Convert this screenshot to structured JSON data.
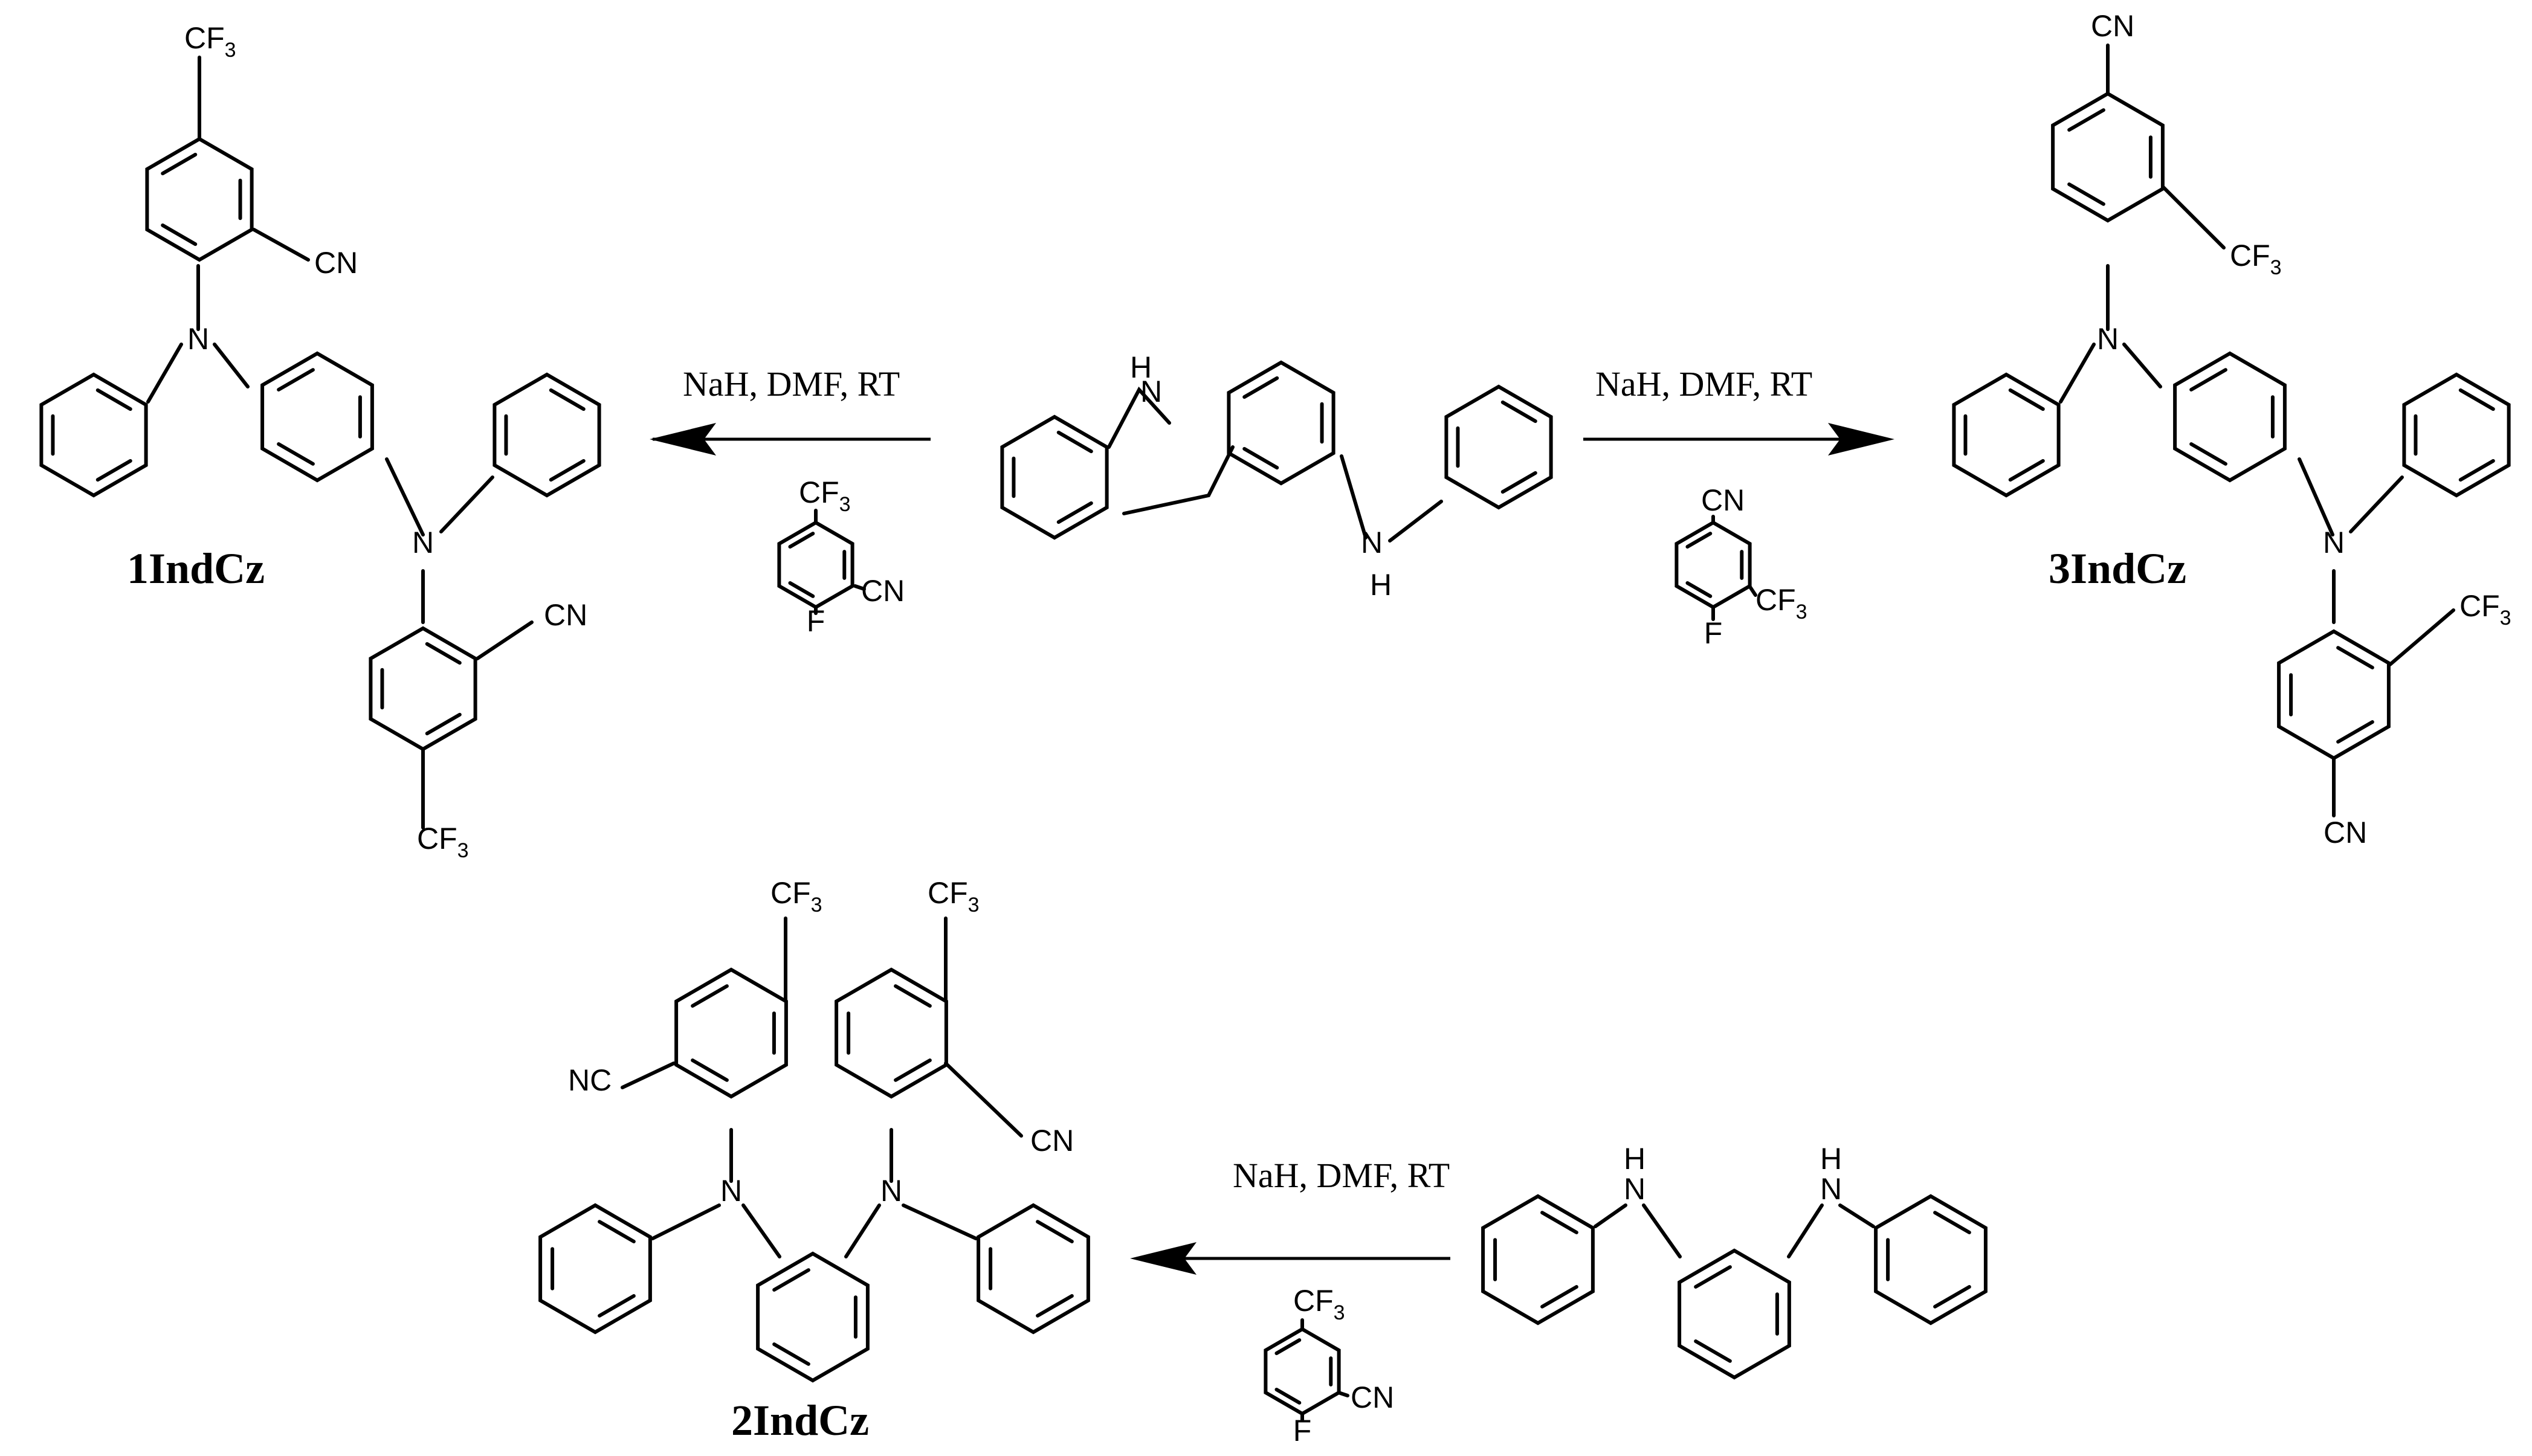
{
  "labels": {
    "atom_N": "N",
    "atom_H": "H",
    "atom_F": "F",
    "group_cn": "CN",
    "group_nc": "NC",
    "group_cf": "CF",
    "sub_3": "3"
  },
  "conditions": {
    "left": "NaH, DMF, RT",
    "right": "NaH, DMF, RT",
    "bottom": "NaH, DMF, RT"
  },
  "compounds": {
    "c1": "1IndCz",
    "c2": "2IndCz",
    "c3": "3IndCz"
  },
  "colors": {
    "line": "#000000",
    "background": "#ffffff"
  }
}
